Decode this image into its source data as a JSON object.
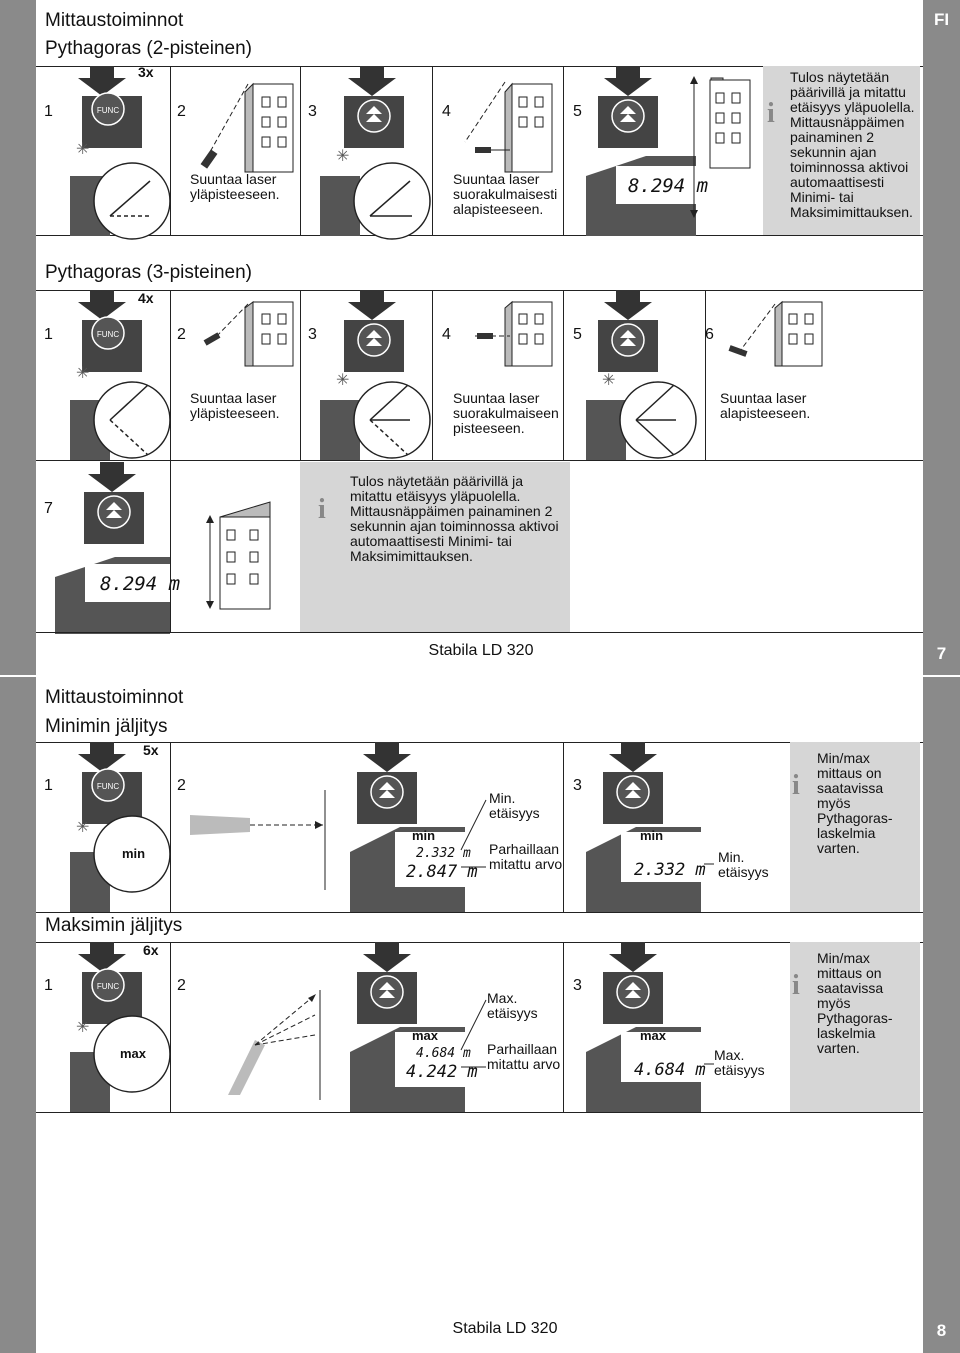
{
  "header": {
    "lang": "FI"
  },
  "page7": {
    "section_title": "Mittaustoiminnot",
    "pyth2": {
      "title": "Pythagoras (2-pisteinen)",
      "press_count": "3x",
      "steps": [
        "1",
        "2",
        "3",
        "4",
        "5"
      ],
      "step2_text": "Suuntaa laser yläpisteeseen.",
      "step4_text": "Suuntaa laser suorakulmaisesti alapisteeseen.",
      "display_value": "8.294 m",
      "info_text": "Tulos näytetään päärivillä ja mitattu etäisyys yläpuolella. Mittausnäppäimen painaminen 2 sekunnin ajan toiminnossa aktivoi automaattisesti Minimi- tai Maksimimittauksen."
    },
    "pyth3": {
      "title": "Pythagoras (3-pisteinen)",
      "press_count": "4x",
      "steps": [
        "1",
        "2",
        "3",
        "4",
        "5",
        "6",
        "7"
      ],
      "step2_text": "Suuntaa laser yläpisteeseen.",
      "step4_text": "Suuntaa laser suorakulmaiseen pisteeseen.",
      "step6_text": "Suuntaa laser alapisteeseen.",
      "display_value": "8.294 m",
      "info_text": "Tulos näytetään päärivillä ja mitattu etäisyys yläpuolella. Mittausnäppäimen painaminen 2 sekunnin ajan toiminnossa aktivoi automaattisesti Minimi- tai Maksimimittauksen."
    },
    "footer": "Stabila LD 320",
    "page_number": "7"
  },
  "page8": {
    "section_title": "Mittaustoiminnot",
    "min": {
      "title": "Minimin jäljitys",
      "press_count": "5x",
      "steps": [
        "1",
        "2",
        "3"
      ],
      "display_label": "min",
      "display_small": "2.332 m",
      "display_big": "2.847 m",
      "label_top": "Min. etäisyys",
      "label_bottom": "Parhaillaan mitattu arvo",
      "final_value": "2.332 m",
      "final_label": "Min. etäisyys",
      "info_text": "Min/max mittaus on saatavissa myös Pythagoras-laskelmia varten."
    },
    "max": {
      "title": "Maksimin jäljitys",
      "press_count": "6x",
      "steps": [
        "1",
        "2",
        "3"
      ],
      "display_label": "max",
      "display_small": "4.684 m",
      "display_big": "4.242 m",
      "label_top": "Max. etäisyys",
      "label_bottom": "Parhaillaan mitattu arvo",
      "final_value": "4.684 m",
      "final_label": "Max. etäisyys",
      "info_text": "Min/max mittaus on saatavissa myös Pythagoras-laskelmia varten."
    },
    "footer": "Stabila LD 320",
    "page_number": "8"
  },
  "icons": {
    "func_label": "FUNC",
    "info": "info-icon",
    "arrow": "down-arrow-icon",
    "measure": "measure-key-icon"
  }
}
